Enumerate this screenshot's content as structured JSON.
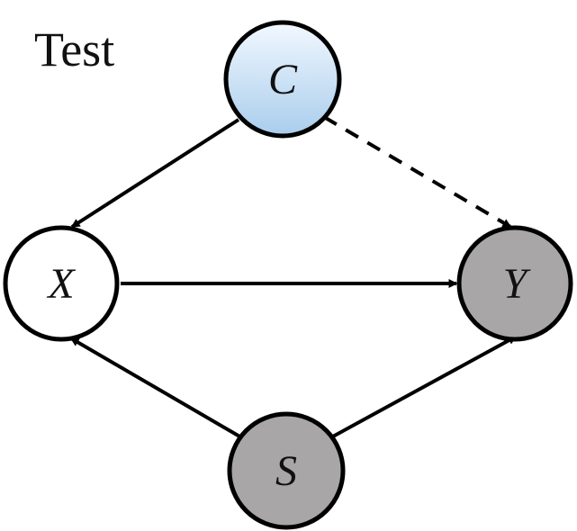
{
  "diagram": {
    "title": "Test",
    "nodes": {
      "c": {
        "label": "C",
        "fill_top": "#f2f8ff",
        "fill_bottom": "#a9cdec"
      },
      "x": {
        "label": "X",
        "fill": "#ffffff"
      },
      "y": {
        "label": "Y",
        "fill": "#a8a6a6"
      },
      "s": {
        "label": "S",
        "fill": "#a8a6a6"
      }
    },
    "edges": [
      {
        "from": "C",
        "to": "X",
        "style": "solid"
      },
      {
        "from": "C",
        "to": "Y",
        "style": "dashed"
      },
      {
        "from": "X",
        "to": "Y",
        "style": "solid"
      },
      {
        "from": "S",
        "to": "X",
        "style": "solid"
      },
      {
        "from": "S",
        "to": "Y",
        "style": "solid"
      }
    ],
    "colors": {
      "stroke": "#000000",
      "text": "#111111"
    }
  }
}
